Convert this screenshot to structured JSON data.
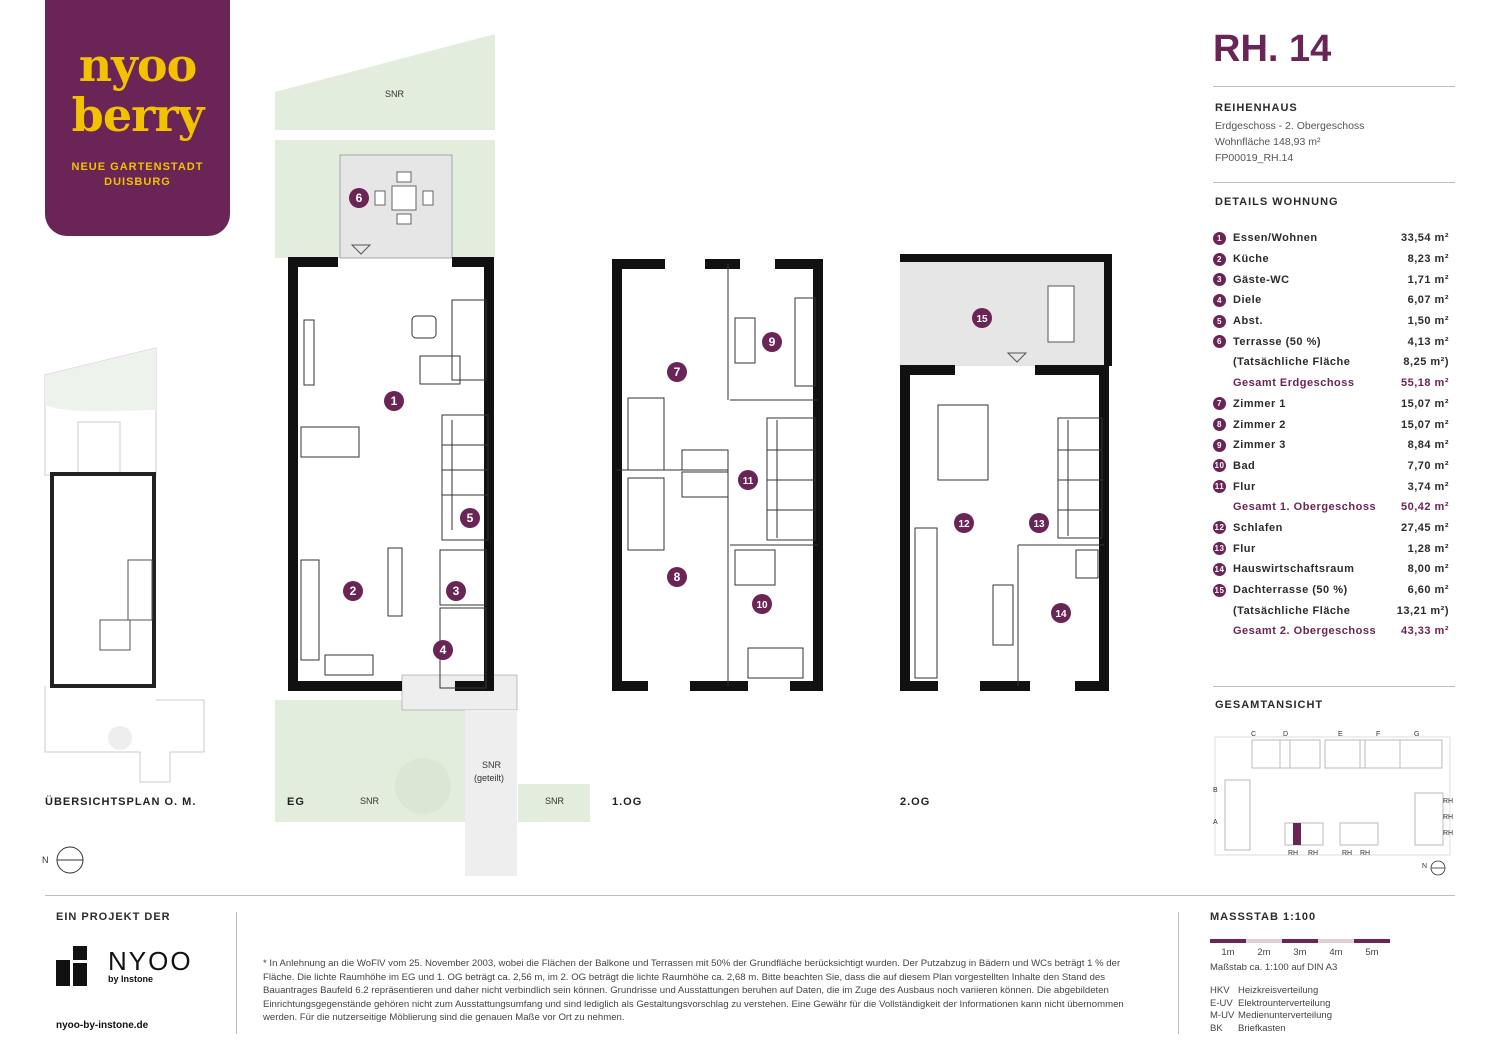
{
  "brand": {
    "logo_line1": "nyoo",
    "logo_line2": "berry",
    "subtitle_line1": "NEUE GARTENSTADT",
    "subtitle_line2": "DUISBURG"
  },
  "unit": {
    "title": "RH. 14",
    "type": "REIHENHAUS",
    "floors": "Erdgeschoss - 2. Obergeschoss",
    "living_area": "Wohnfläche 148,93 m²",
    "plan_code": "FP00019_RH.14"
  },
  "details": {
    "heading": "DETAILS WOHNUNG",
    "rooms": [
      {
        "num": "1",
        "label": "Essen/Wohnen",
        "value": "33,54  m²",
        "total": false
      },
      {
        "num": "2",
        "label": "Küche",
        "value": "8,23  m²",
        "total": false
      },
      {
        "num": "3",
        "label": "Gäste-WC",
        "value": "1,71  m²",
        "total": false
      },
      {
        "num": "4",
        "label": "Diele",
        "value": "6,07  m²",
        "total": false
      },
      {
        "num": "5",
        "label": "Abst.",
        "value": "1,50  m²",
        "total": false
      },
      {
        "num": "6",
        "label": "Terrasse (50 %)",
        "value": "4,13  m²",
        "total": false
      },
      {
        "num": "",
        "label": "(Tatsächliche Fläche",
        "value": "8,25 m²)",
        "total": false
      },
      {
        "num": "",
        "label": "Gesamt Erdgeschoss",
        "value": "55,18  m²",
        "total": true
      },
      {
        "num": "7",
        "label": "Zimmer 1",
        "value": "15,07  m²",
        "total": false
      },
      {
        "num": "8",
        "label": "Zimmer 2",
        "value": "15,07  m²",
        "total": false
      },
      {
        "num": "9",
        "label": "Zimmer 3",
        "value": "8,84  m²",
        "total": false
      },
      {
        "num": "10",
        "label": "Bad",
        "value": "7,70  m²",
        "total": false
      },
      {
        "num": "11",
        "label": "Flur",
        "value": "3,74  m²",
        "total": false
      },
      {
        "num": "",
        "label": "Gesamt 1. Obergeschoss",
        "value": "50,42  m²",
        "total": true
      },
      {
        "num": "12",
        "label": "Schlafen",
        "value": "27,45  m²",
        "total": false
      },
      {
        "num": "13",
        "label": "Flur",
        "value": "1,28  m²",
        "total": false
      },
      {
        "num": "14",
        "label": "Hauswirtschaftsraum",
        "value": "8,00  m²",
        "total": false
      },
      {
        "num": "15",
        "label": "Dachterrasse (50 %)",
        "value": "6,60  m²",
        "total": false
      },
      {
        "num": "",
        "label": "(Tatsächliche Fläche",
        "value": "13,21 m²)",
        "total": false
      },
      {
        "num": "",
        "label": "Gesamt 2. Obergeschoss",
        "value": "43,33  m²",
        "total": true
      }
    ]
  },
  "overview": {
    "heading": "GESAMTANSICHT",
    "letters": [
      "C",
      "D",
      "E",
      "F",
      "G",
      "B",
      "A"
    ],
    "rh_label": "RH"
  },
  "plans": {
    "overview_label": "ÜBERSICHTSPLAN O. M.",
    "eg_label": "EG",
    "og1_label": "1.OG",
    "og2_label": "2.OG",
    "snr": "SNR",
    "snr_shared_1": "SNR",
    "snr_shared_2": "(geteilt)",
    "north": "N"
  },
  "footer": {
    "project_label": "EIN PROJEKT DER",
    "company_name": "NYOO",
    "company_sub": "by Instone",
    "url": "nyoo-by-instone.de",
    "disclaimer": "* In Anlehnung an die WoFlV vom 25. November 2003, wobei die Flächen der Balkone und Terrassen mit 50% der Grundfläche berücksichtigt wurden. Der Putzabzug in Bädern und WCs beträgt 1 % der Fläche. Die lichte Raumhöhe im EG und 1. OG beträgt ca. 2,56 m, im 2. OG beträgt die lichte Raumhöhe ca. 2,68 m. Bitte beachten Sie, dass die auf diesem Plan vorgestellten Inhalte den Stand des Bauantrages Baufeld 6.2 repräsentieren und daher nicht verbindlich sein können. Grundrisse und Ausstattungen beruhen auf Daten, die im Zuge des Ausbaus noch variieren können. Die abgebildeten Einrichtungsgegenstände gehören nicht zum Ausstattungsumfang und sind lediglich als Gestaltungsvorschlag zu verstehen. Eine Gewähr für die Vollständigkeit der Informationen kann nicht übernommen werden. Für die nutzerseitige Möblierung sind die genauen Maße vor Ort zu nehmen.",
    "scale_heading": "MASSSTAB 1:100",
    "scale_marks": [
      "1m",
      "2m",
      "3m",
      "4m",
      "5m"
    ],
    "scale_note": "Maßstab ca. 1:100 auf DIN A3",
    "legend": [
      {
        "abbr": "HKV",
        "text": "Heizkreisverteilung"
      },
      {
        "abbr": "E-UV",
        "text": "Elektrounterverteilung"
      },
      {
        "abbr": "M-UV",
        "text": "Medienunterverteilung"
      },
      {
        "abbr": "BK",
        "text": "Briefkasten"
      }
    ]
  },
  "colors": {
    "brand_purple": "#6b2456",
    "brand_yellow": "#f2c200",
    "garden_green": "#e3eddd",
    "terrace_grey": "#e6e6e6"
  }
}
